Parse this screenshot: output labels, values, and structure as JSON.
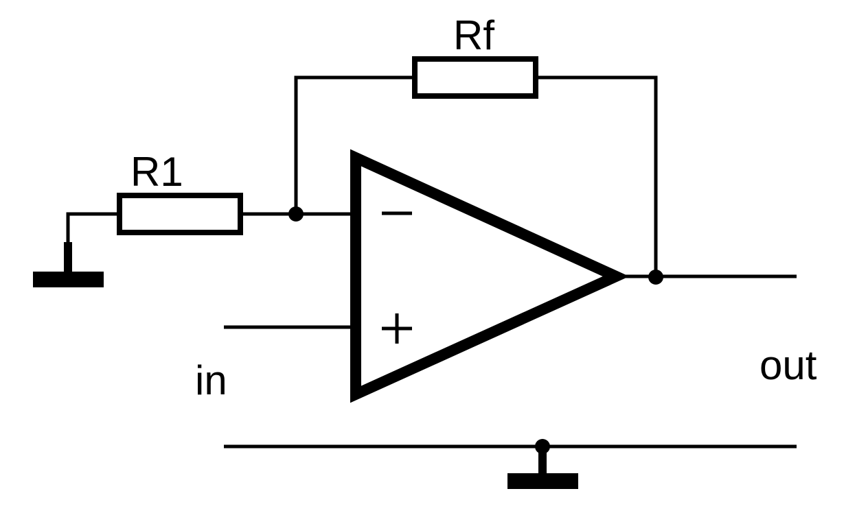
{
  "labels": {
    "feedback_resistor": "Rf",
    "input_resistor": "R1",
    "input_terminal": "in",
    "output_terminal": "out",
    "inverting_sign": "−",
    "noninverting_sign": "+"
  },
  "colors": {
    "stroke": "#000000",
    "background": "#ffffff"
  },
  "icons": {
    "ground": "ground-icon",
    "amplifier": "op-amp-triangle-icon",
    "resistor": "resistor-icon",
    "junction": "junction-dot-icon"
  }
}
